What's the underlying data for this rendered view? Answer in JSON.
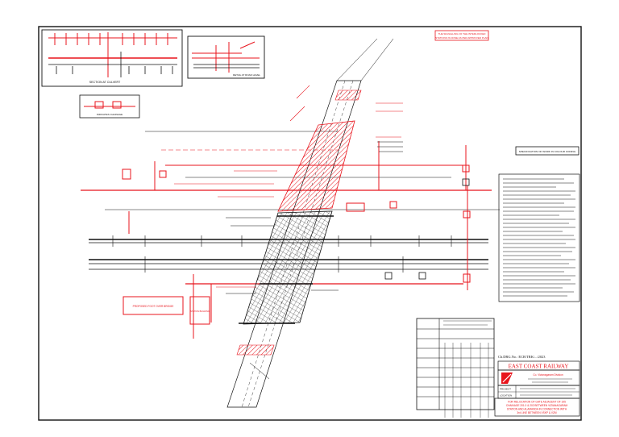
{
  "colors": {
    "ink": "#111111",
    "red": "#e8141c",
    "paper": "#ffffff"
  },
  "note_top": {
    "line1": "THE SIGNALLING OF THE INTERLOCKED",
    "line2": "STATIONS IS DONE AS PER APPROVED PLAN"
  },
  "legend_heading": "SPECIFICATION OF WORK IN COLOUR CODING",
  "inset_caption": "SECTION AT CULVERT",
  "detail_caption": "DETAIL AT ROAD LEVEL",
  "keyplan_caption": "INDICATES CHAINAGE",
  "red_box_label": "PROPOSED FOOT OVER BRIDGE",
  "red_box_small": "STATION BUILDING",
  "drawing_no": "Ch.DRG.No.: ECR/TRK/.../2023",
  "organization": "EAST COAST RAILWAY",
  "subtitle": "Co. Vizianagaram Division",
  "project_label": "PROJECT",
  "location_label": "LOCATION",
  "title_block_lines": [
    "FOR RELOCATION OF GATE ADJACENT OF 195",
    "CHAINAGE 201.0 & 202 BETWEEN VIZIANAGARAM",
    "STATION AND ALAMANDA IN CONNECTION WITH",
    "3rd LINE BETWEEN VSKP & VZM"
  ]
}
